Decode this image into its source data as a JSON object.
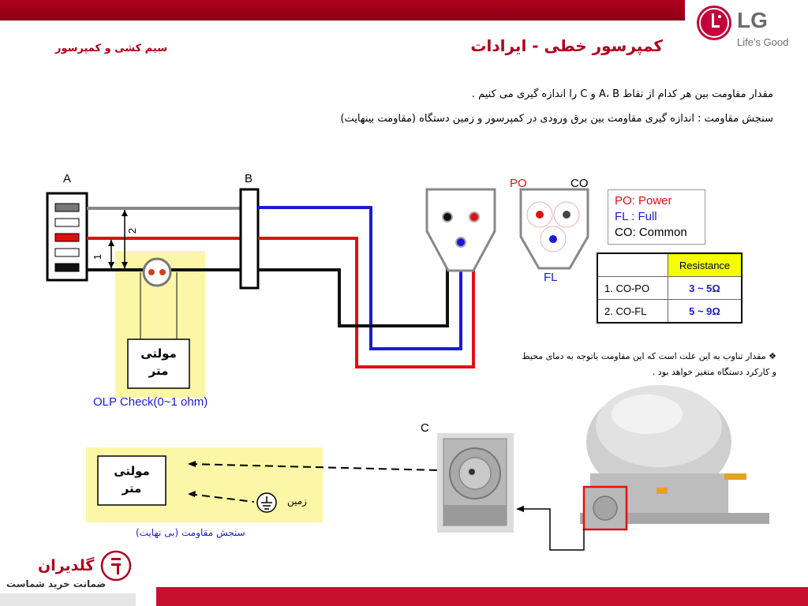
{
  "header": {
    "title": "کمپرسور خطی - ایرادات",
    "section": "سیم کشی و کمپرسور",
    "brand_logo_text": "LG",
    "brand_slogan": "Life's Good"
  },
  "description": {
    "line1": "مقدار مقاومت بین هر کدام از نقاط A، B و C را اندازه گیری می کنیم .",
    "line2": "سنجش مقاومت : اندازه گیری مقاومت بین برق ورودی در کمپرسور و زمین دستگاه (مقاومت بینهایت)"
  },
  "diagram": {
    "point_a": "A",
    "point_b": "B",
    "point_c": "C",
    "dim_2": "2",
    "dim_1": "1",
    "olp_check": "OLP Check(0~1 ohm)",
    "meter_line1": "مولتی",
    "meter_line2": "متر",
    "terminal_po": "PO",
    "terminal_co": "CO",
    "terminal_fl": "FL",
    "ground_label": "زمین",
    "infinite_resistance": "سنجش مقاومت (بی نهایت)"
  },
  "legend": {
    "po": "PO: Power",
    "fl": "FL : Full",
    "co": "CO: Common"
  },
  "resistance_table": {
    "header": "Resistance",
    "rows": [
      {
        "pair": "1. CO-PO",
        "value": "3 ~ 5Ω"
      },
      {
        "pair": "2. CO-FL",
        "value": "5 ~ 9Ω"
      }
    ]
  },
  "note": {
    "line1": "مقدار تناوب به این علت است که این مقاومت باتوجه به دمای محیط",
    "line2": "و کارکرد دستگاه متغیر خواهد بود ."
  },
  "footer": {
    "brand_name": "گلدیران",
    "brand_slogan": "ضمانت خرید شماست"
  },
  "colors": {
    "accent_red": "#c8102e",
    "wire_blue": "#1a1ad6",
    "wire_red": "#e01010",
    "wire_black": "#111111",
    "wire_gray": "#888888",
    "highlight_yellow": "#fbf7a6"
  }
}
